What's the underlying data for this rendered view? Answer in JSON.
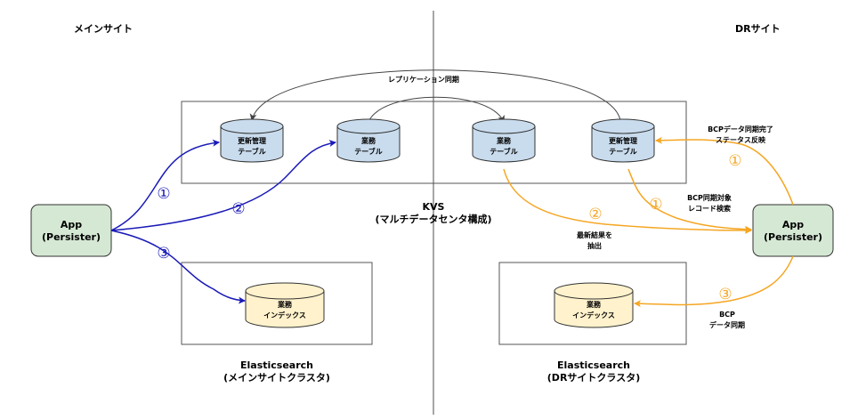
{
  "sites": {
    "main": "メインサイト",
    "dr": "DRサイト"
  },
  "replication_label": "レプリケーション同期",
  "kvs": {
    "line1": "KVS",
    "line2": "(マルチデータセンタ構成)"
  },
  "cylinders": {
    "mgmt_main": [
      "更新管理",
      "テーブル"
    ],
    "biz_main": [
      "業務",
      "テーブル"
    ],
    "biz_dr": [
      "業務",
      "テーブル"
    ],
    "mgmt_dr": [
      "更新管理",
      "テーブル"
    ],
    "index_main": [
      "業務",
      "インデックス"
    ],
    "index_dr": [
      "業務",
      "インデックス"
    ]
  },
  "app_main": [
    "App",
    "(Persister)"
  ],
  "app_dr": [
    "App",
    "(Persister)"
  ],
  "es_main": [
    "Elasticsearch",
    "(メインサイトクラスタ)"
  ],
  "es_dr": [
    "Elasticsearch",
    "(DRサイトクラスタ)"
  ],
  "step_markers": {
    "one": "①",
    "two": "②",
    "three": "③"
  },
  "dr_annotations": {
    "bcp_complete": [
      "BCPデータ同期完了",
      "ステータス反映"
    ],
    "bcp_search": [
      "BCP同期対象",
      "レコード検索"
    ],
    "latest_extract": [
      "最新結果を",
      "抽出"
    ],
    "bcp_sync": [
      "BCP",
      "データ同期"
    ]
  },
  "colors": {
    "blue_flow": "#1a1ab8",
    "orange_flow": "#f5a623",
    "cyl_blue": "#c9dcee",
    "cyl_yellow": "#fff2cc",
    "app_green": "#d5e8d4"
  }
}
